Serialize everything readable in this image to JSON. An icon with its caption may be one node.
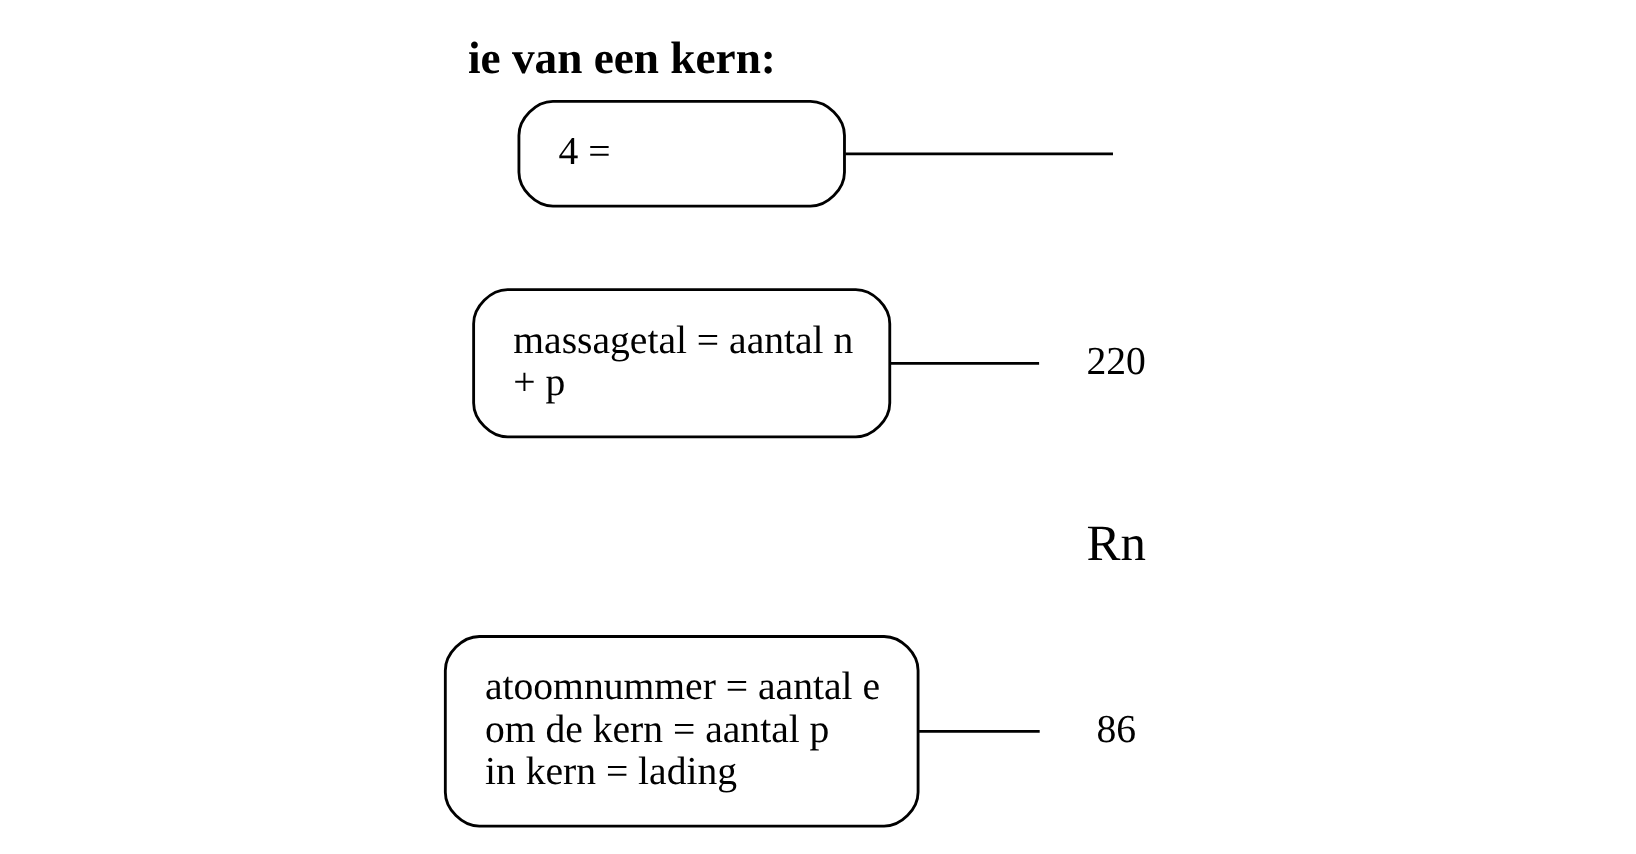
{
  "diagram": {
    "title": "ie van een kern:",
    "nodes": [
      {
        "text": [
          "massagetal = aantal n + p"
        ]
      },
      {
        "text": [
          "220"
        ]
      },
      {
        "text": [
          "86"
        ]
      },
      {
        "text": [
          "atoomnummer = aantal e om de kern = aantal p in kern = lading"
        ]
      },
      {
        "text": [
          "4 ="
        ]
      }
    ],
    "edges": [
      {
        "from": 0,
        "to": 1,
        "arrow": "none"
      },
      {
        "from": 3,
        "to": 2,
        "arrow": "none"
      },
      {
        "from": 4,
        "to": null,
        "arrow": "none"
      }
    ],
    "labels": [
      "Rn"
    ]
  }
}
